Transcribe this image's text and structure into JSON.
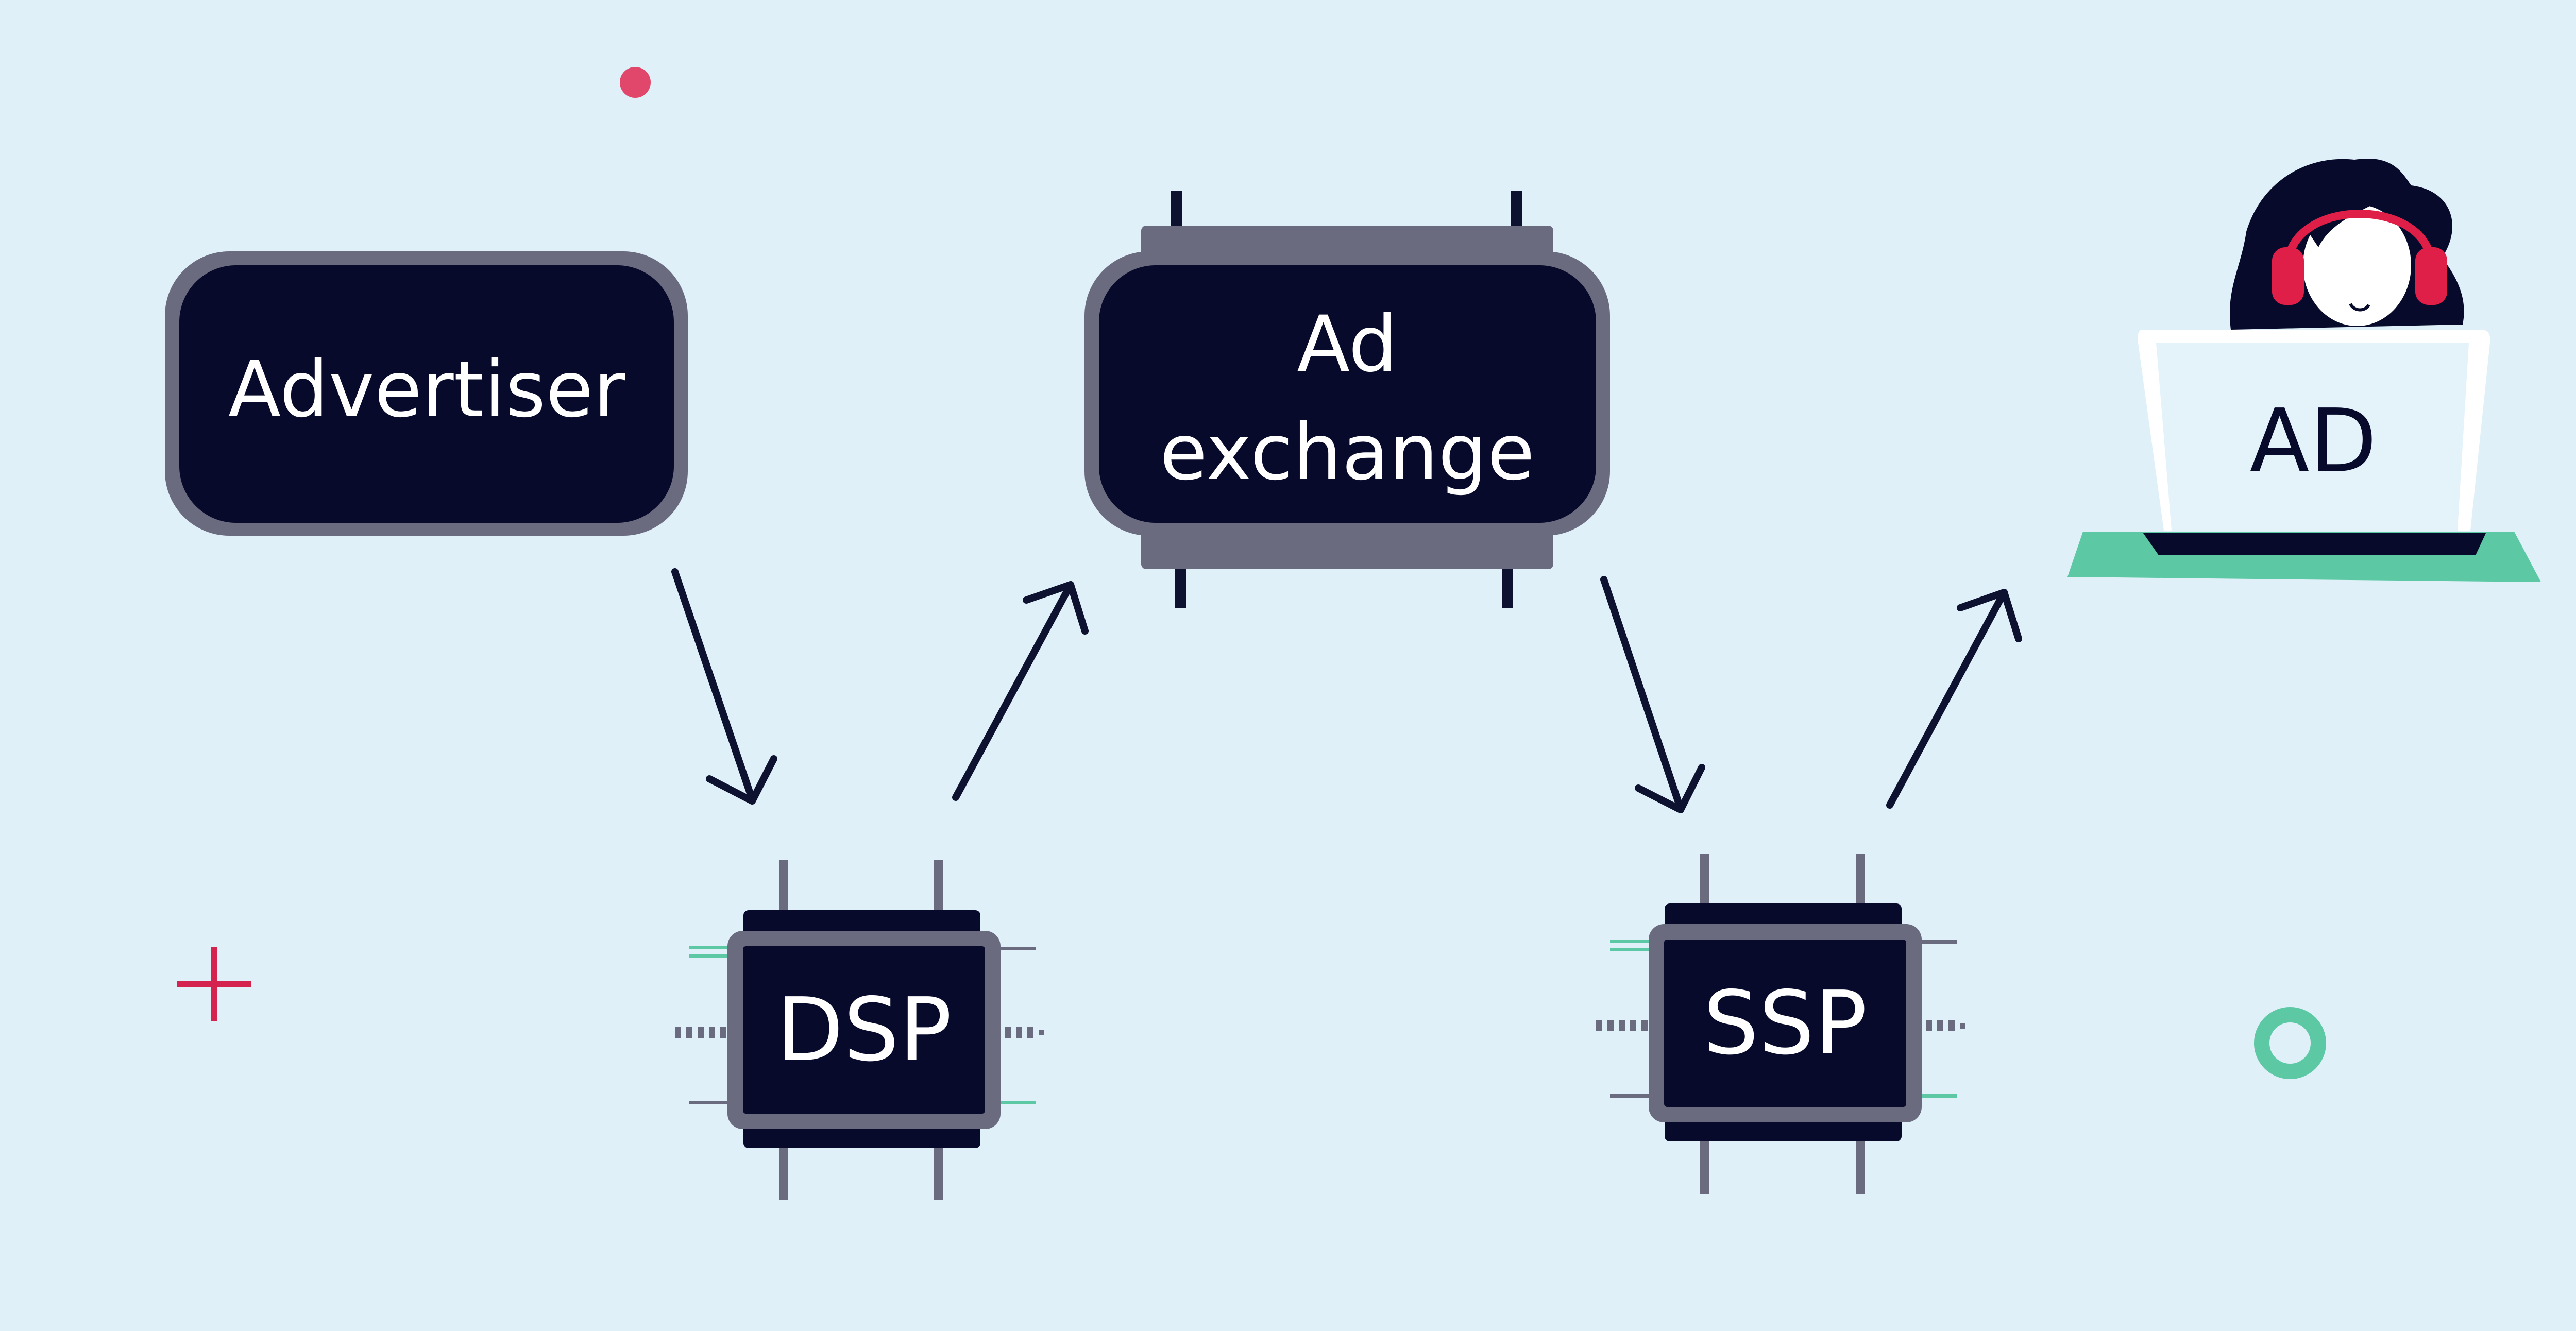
{
  "colors": {
    "background": "#e0f0f8",
    "box_fill": "#070a2a",
    "box_frame": "#6b6b80",
    "box_text": "#ffffff",
    "arrow": "#0c1230",
    "accent_red": "#e0476a",
    "accent_green": "#5cc8a4",
    "laptop_screen": "#e4f2fa",
    "laptop_frame": "#ffffff",
    "headphones": "#e01f48"
  },
  "nodes": {
    "advertiser": {
      "label": "Advertiser"
    },
    "ad_exchange": {
      "line1": "Ad",
      "line2": "exchange"
    },
    "dsp": {
      "label": "DSP"
    },
    "ssp": {
      "label": "SSP"
    },
    "viewer": {
      "screen_label": "AD"
    }
  },
  "icons": [
    "arrow-icon",
    "plus-icon",
    "dot-icon",
    "ring-icon",
    "chip-icon",
    "person-icon",
    "laptop-icon",
    "headphones-icon"
  ]
}
